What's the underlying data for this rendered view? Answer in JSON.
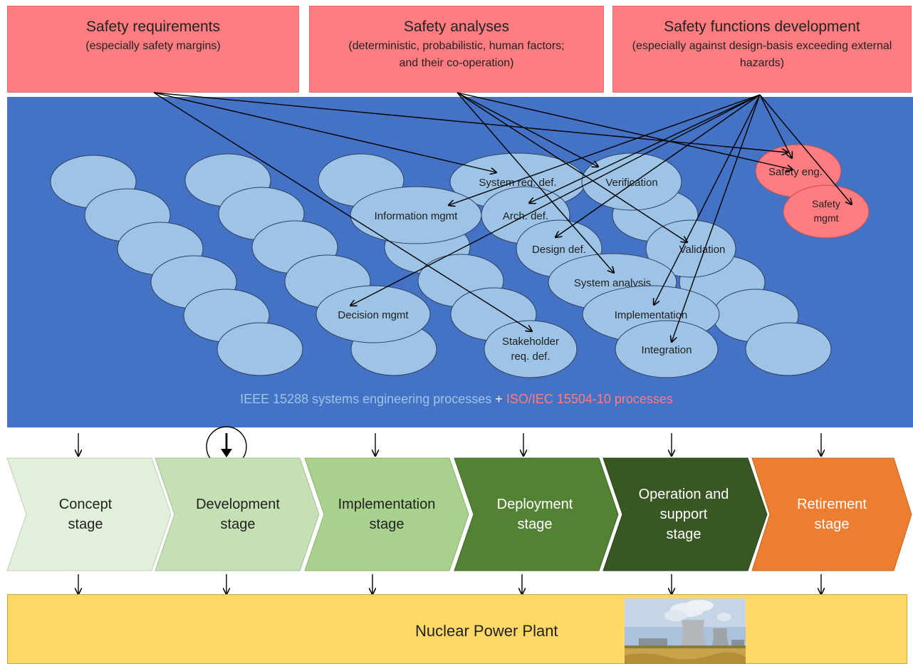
{
  "top_boxes": [
    {
      "title": "Safety requirements",
      "subtitle": "(especially safety margins)"
    },
    {
      "title": "Safety analyses",
      "subtitle": "(deterministic, probabilistic, human factors; and their co-operation)"
    },
    {
      "title": "Safety functions development",
      "subtitle": "(especially against design-basis exceeding external hazards)"
    }
  ],
  "processes": {
    "system_req": "System req. def.",
    "verification": "Verification",
    "information_mgmt": "Information mgmt",
    "arch_def": "Arch. def.",
    "design_def": "Design def.",
    "validation": "Validation",
    "system_analysis": "System analysis",
    "decision_mgmt": "Decision mgmt",
    "implementation": "Implementation",
    "stakeholder_line1": "Stakeholder",
    "stakeholder_line2": "req. def.",
    "integration": "Integration",
    "safety_eng": "Safety eng.",
    "safety_mgmt_line1": "Safety",
    "safety_mgmt_line2": "mgmt"
  },
  "caption": {
    "ieee": "IEEE 15288 systems engineering processes",
    "plus": "+",
    "iso": "ISO/IEC 15504-10 processes"
  },
  "stages": [
    {
      "line1": "Concept",
      "line2": "stage",
      "line3": ""
    },
    {
      "line1": "Development",
      "line2": "stage",
      "line3": ""
    },
    {
      "line1": "Implementation",
      "line2": "stage",
      "line3": ""
    },
    {
      "line1": "Deployment",
      "line2": "stage",
      "line3": ""
    },
    {
      "line1": "Operation and",
      "line2": "support",
      "line3": "stage"
    },
    {
      "line1": "Retirement",
      "line2": "stage",
      "line3": ""
    }
  ],
  "plant": {
    "label": "Nuclear Power Plant"
  },
  "colors": {
    "top_box": "#ff7c80",
    "panel": "#4472c4",
    "ellipse": "#9dc3e6",
    "safety_ellipse": "#ff7c80",
    "stage_colors": [
      "#e2efda",
      "#c5e0b4",
      "#a9d18e",
      "#548235",
      "#385723",
      "#ed7d31"
    ],
    "plant": "#ffd966"
  }
}
